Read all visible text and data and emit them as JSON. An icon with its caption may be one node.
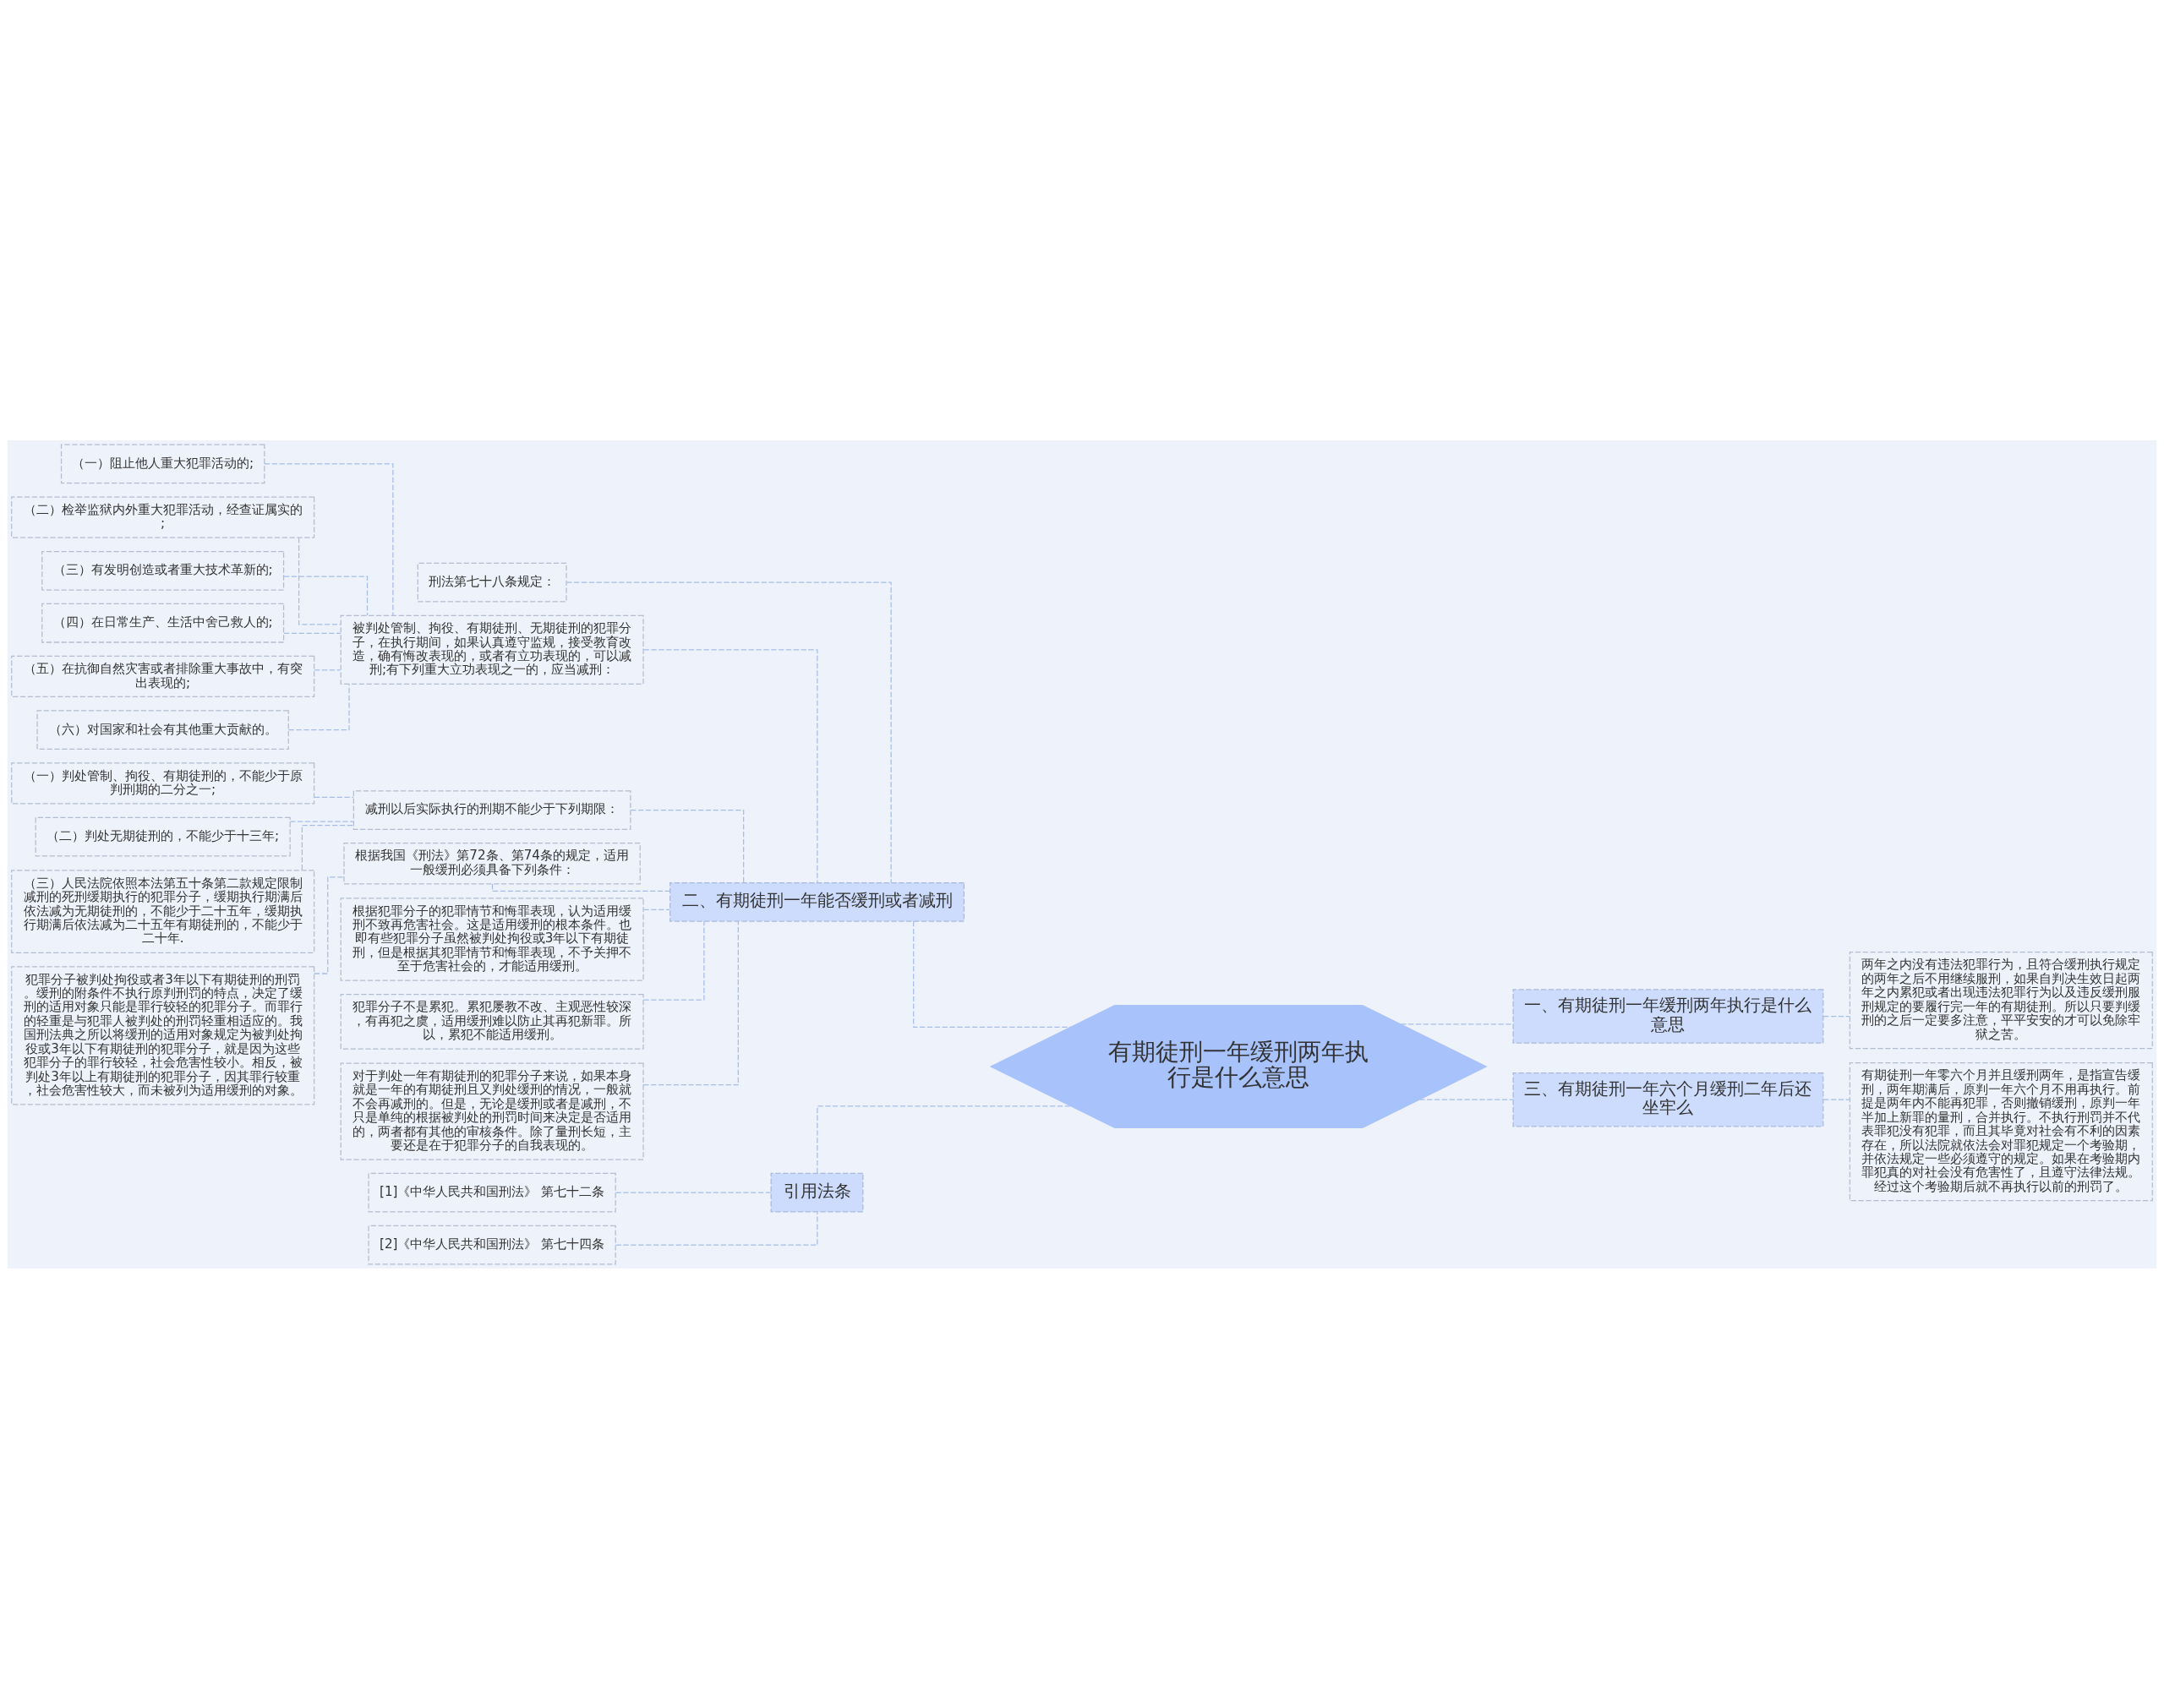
{
  "diagram": {
    "nodes": [
      {
        "text": [
          "有期徒刑一年缓刑两年执行是什么意思"
        ]
      },
      {
        "text": [
          "一、有期徒刑一年缓刑两年执行是什么意思"
        ]
      },
      {
        "text": [
          "两年之内没有违法犯罪行为，且符合缓刑执行规定的两年之后不用继续服刑，如果自判决生效日起两年之内累犯或者出现违法犯罪行为以及违反缓刑服刑规定的要履行完一年的有期徒刑。所以只要判缓刑的之后一定要多注意，平平安安的才可以免除牢狱之苦。"
        ]
      },
      {
        "text": [
          "三、有期徒刑一年六个月缓刑二年后还坐牢么"
        ]
      },
      {
        "text": [
          "有期徒刑一年零六个月并且缓刑两年，是指宣告缓刑，两年期满后，原判一年六个月不用再执行。前提是两年内不能再犯罪，否则撤销缓刑，原判一年半加上新罪的量刑，合并执行。不执行刑罚并不代表罪犯没有犯罪，而且其毕竟对社会有不利的因素存在，所以法院就依法会对罪犯规定一个考验期，并依法规定一些必须遵守的规定。如果在考验期内罪犯真的对社会没有危害性了，且遵守法律法规。经过这个考验期后就不再执行以前的刑罚了。"
        ]
      },
      {
        "text": [
          "二、有期徒刑一年能否缓刑或者减刑"
        ]
      },
      {
        "text": [
          "刑法第七十八条规定："
        ]
      },
      {
        "text": [
          "被判处管制、拘役、有期徒刑、无期徒刑的犯罪分子，在执行期间，如果认真遵守监规，接受教育改造，确有悔改表现的，或者有立功表现的，可以减刑;有下列重大立功表现之一的，应当减刑："
        ]
      },
      {
        "text": [
          "（一）阻止他人重大犯罪活动的;"
        ]
      },
      {
        "text": [
          "（二）检举监狱内外重大犯罪活动，经查证属实的;"
        ]
      },
      {
        "text": [
          "（三）有发明创造或者重大技术革新的;"
        ]
      },
      {
        "text": [
          "（四）在日常生产、生活中舍己救人的;"
        ]
      },
      {
        "text": [
          "（五）在抗御自然灾害或者排除重大事故中，有突出表现的;"
        ]
      },
      {
        "text": [
          "（六）对国家和社会有其他重大贡献的。"
        ]
      },
      {
        "text": [
          "减刑以后实际执行的刑期不能少于下列期限："
        ]
      },
      {
        "text": [
          "（一）判处管制、拘役、有期徒刑的，不能少于原判刑期的二分之一;"
        ]
      },
      {
        "text": [
          "（二）判处无期徒刑的，不能少于十三年;"
        ]
      },
      {
        "text": [
          "（三）人民法院依照本法第五十条第二款规定限制减刑的死刑缓期执行的犯罪分子，缓期执行期满后依法减为无期徒刑的，不能少于二十五年，缓期执行期满后依法减为二十五年有期徒刑的，不能少于二十年."
        ]
      },
      {
        "text": [
          "根据我国《刑法》第72条、第74条的规定，适用一般缓刑必须具备下列条件："
        ]
      },
      {
        "text": [
          "犯罪分子被判处拘役或者3年以下有期徒刑的刑罚。缓刑的附条件不执行原判刑罚的特点，决定了缓刑的适用对象只能是罪行较轻的犯罪分子。而罪行的轻重是与犯罪人被判处的刑罚轻重相适应的。我国刑法典之所以将缓刑的适用对象规定为被判处拘役或3年以下有期徒刑的犯罪分子，就是因为这些犯罪分子的罪行较轻，社会危害性较小。相反，被判处3年以上有期徒刑的犯罪分子，因其罪行较重，社会危害性较大，而未被列为适用缓刑的对象。"
        ]
      },
      {
        "text": [
          "根据犯罪分子的犯罪情节和悔罪表现，认为适用缓刑不致再危害社会。这是适用缓刑的根本条件。也即有些犯罪分子虽然被判处拘役或3年以下有期徒刑，但是根据其犯罪情节和悔罪表现，不予关押不至于危害社会的，才能适用缓刑。"
        ]
      },
      {
        "text": [
          "犯罪分子不是累犯。累犯屡教不改、主观恶性较深，有再犯之虞，适用缓刑难以防止其再犯新罪。所以，累犯不能适用缓刑。"
        ]
      },
      {
        "text": [
          "对于判处一年有期徒刑的犯罪分子来说，如果本身就是一年的有期徒刑且又判处缓刑的情况，一般就不会再减刑的。但是，无论是缓刑或者是减刑，不只是单纯的根据被判处的刑罚时间来决定是否适用的，两者都有其他的审核条件。除了量刑长短，主要还是在于犯罪分子的自我表现的。"
        ]
      },
      {
        "text": [
          "引用法条"
        ]
      },
      {
        "text": [
          "[1]《中华人民共和国刑法》 第七十二条"
        ]
      },
      {
        "text": [
          "[2]《中华人民共和国刑法》 第七十四条"
        ]
      }
    ],
    "edges": [
      {
        "from": 0,
        "to": 1,
        "arrow": "none",
        "style": "dashed"
      },
      {
        "from": 1,
        "to": 2,
        "arrow": "none",
        "style": "dashed"
      },
      {
        "from": 0,
        "to": 3,
        "arrow": "none",
        "style": "dashed"
      },
      {
        "from": 3,
        "to": 4,
        "arrow": "none",
        "style": "dashed"
      },
      {
        "from": 0,
        "to": 5,
        "arrow": "none",
        "style": "dashed"
      },
      {
        "from": 5,
        "to": 6,
        "arrow": "none",
        "style": "dashed"
      },
      {
        "from": 5,
        "to": 7,
        "arrow": "none",
        "style": "dashed"
      },
      {
        "from": 7,
        "to": 8,
        "arrow": "none",
        "style": "dashed"
      },
      {
        "from": 7,
        "to": 9,
        "arrow": "none",
        "style": "dashed"
      },
      {
        "from": 7,
        "to": 10,
        "arrow": "none",
        "style": "dashed"
      },
      {
        "from": 7,
        "to": 11,
        "arrow": "none",
        "style": "dashed"
      },
      {
        "from": 7,
        "to": 12,
        "arrow": "none",
        "style": "dashed"
      },
      {
        "from": 7,
        "to": 13,
        "arrow": "none",
        "style": "dashed"
      },
      {
        "from": 5,
        "to": 14,
        "arrow": "none",
        "style": "dashed"
      },
      {
        "from": 14,
        "to": 15,
        "arrow": "none",
        "style": "dashed"
      },
      {
        "from": 14,
        "to": 16,
        "arrow": "none",
        "style": "dashed"
      },
      {
        "from": 14,
        "to": 17,
        "arrow": "none",
        "style": "dashed"
      },
      {
        "from": 5,
        "to": 18,
        "arrow": "none",
        "style": "dashed"
      },
      {
        "from": 18,
        "to": 19,
        "arrow": "none",
        "style": "dashed"
      },
      {
        "from": 5,
        "to": 20,
        "arrow": "none",
        "style": "dashed"
      },
      {
        "from": 5,
        "to": 21,
        "arrow": "none",
        "style": "dashed"
      },
      {
        "from": 5,
        "to": 22,
        "arrow": "none",
        "style": "dashed"
      },
      {
        "from": 0,
        "to": 23,
        "arrow": "none",
        "style": "dashed"
      },
      {
        "from": 23,
        "to": 24,
        "arrow": "none",
        "style": "dashed"
      },
      {
        "from": 23,
        "to": 25,
        "arrow": "none",
        "style": "dashed"
      }
    ]
  }
}
